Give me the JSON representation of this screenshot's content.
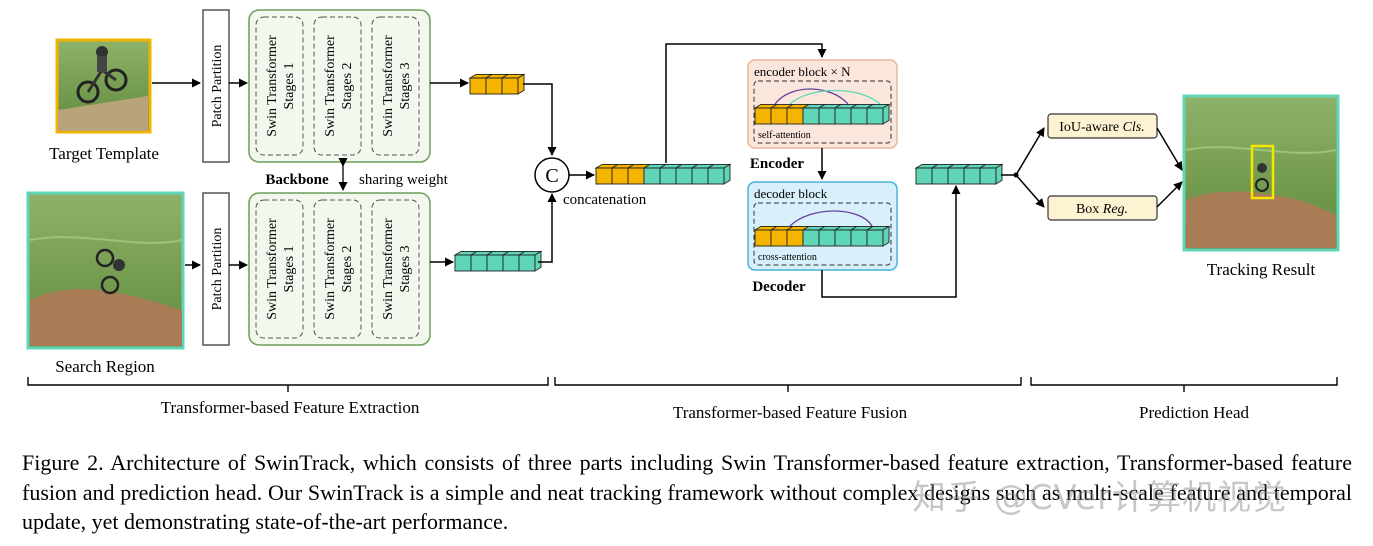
{
  "figure": {
    "inputs": {
      "template_label": "Target Template",
      "search_label": "Search Region"
    },
    "patch_partition": "Patch Partition",
    "backbone": {
      "stage_lines": [
        [
          "Swin Transformer",
          "Stages 1"
        ],
        [
          "Swin Transformer",
          "Stages 2"
        ],
        [
          "Swin Transformer",
          "Stages 3"
        ]
      ],
      "label": "Backbone",
      "sharing": "sharing weight"
    },
    "concat": {
      "symbol": "C",
      "label": "concatenation"
    },
    "encoder": {
      "block_title": "encoder block × N",
      "attention": "self-attention",
      "label": "Encoder"
    },
    "decoder": {
      "block_title": "decoder block",
      "attention": "cross-attention",
      "label": "Decoder"
    },
    "head": {
      "cls_text": "IoU-aware ",
      "cls_italic": "Cls.",
      "reg_text": "Box ",
      "reg_italic": "Reg."
    },
    "output_label": "Tracking Result",
    "sections": [
      "Transformer-based Feature Extraction",
      "Transformer-based Feature Fusion",
      "Prediction Head"
    ],
    "colors": {
      "orange": "#f5b400",
      "teal": "#5fd6b8",
      "green_border": "#6e9e57",
      "enc_fill": "#fbe6dc",
      "dec_fill": "#d7f0fb",
      "dec_border": "#49b3dc"
    }
  },
  "caption": "Figure 2. Architecture of SwinTrack, which consists of three parts including Swin Transformer-based feature extraction, Transformer-based feature fusion and prediction head. Our SwinTrack is a simple and neat tracking framework without complex designs such as multi-scale feature and temporal update, yet demonstrating state-of-the-art performance.",
  "watermark": "知乎 @CVer计算机视觉"
}
